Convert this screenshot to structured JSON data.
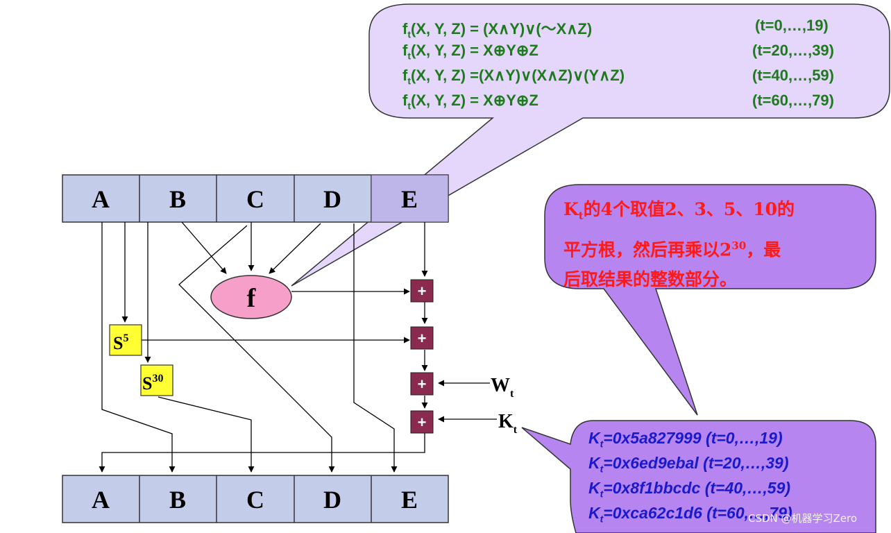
{
  "registers_top": [
    "A",
    "B",
    "C",
    "D",
    "E"
  ],
  "registers_bottom": [
    "A",
    "B",
    "C",
    "D",
    "E"
  ],
  "function_label": "f",
  "shift5": {
    "base": "S",
    "exp": "5"
  },
  "shift30": {
    "base": "S",
    "exp": "30"
  },
  "plus_symbol": "+",
  "w_input": {
    "base": "W",
    "sub": "t"
  },
  "k_input": {
    "base": "K",
    "sub": "t"
  },
  "formulas": [
    {
      "expr": "(X, Y, Z) = (X∧Y)∨(～X∧Z)",
      "range": "(t=0,…,19)"
    },
    {
      "expr": "(X, Y, Z) = X⊕Y⊕Z",
      "range": "(t=20,…,39)"
    },
    {
      "expr": "(X, Y, Z) =(X∧Y)∨(X∧Z)∨(Y∧Z)",
      "range": "(t=40,…,59)"
    },
    {
      "expr": "(X, Y, Z) = X⊕Y⊕Z",
      "range": "(t=60,…,79)"
    }
  ],
  "formula_fn": {
    "base": "f",
    "sub": "t"
  },
  "note": {
    "k": "K",
    "k_sub": "t",
    "part1": "的4个取值2、3、5、10的",
    "part2": "平方根，然后再乘以2",
    "sup": "30",
    "part3": "，最",
    "part4": "后取结果的整数部分。"
  },
  "kt_values": [
    {
      "value": "=0x5a827999",
      "range": "(t=0,…,19)"
    },
    {
      "value": "=0x6ed9ebal",
      "range": "(t=20,…,39)"
    },
    {
      "value": "=0x8f1bbcdc",
      "range": "(t=40,…,59)"
    },
    {
      "value": "=0xca62c1d6",
      "range": "(t=60,…,79)"
    }
  ],
  "watermark": "CSDN @机器学习Zero",
  "colors": {
    "register_fill": "#c3cdea",
    "function_fill": "#f59fc9",
    "shift_fill": "#ffff33",
    "adder_fill": "#8a2a4e",
    "callout_fill": "#b685f0",
    "callout_light_fill": "#e5d6fb",
    "formula_text": "#1f7a1f",
    "note_text": "#ff1a1a",
    "kt_text": "#1a1acc"
  }
}
